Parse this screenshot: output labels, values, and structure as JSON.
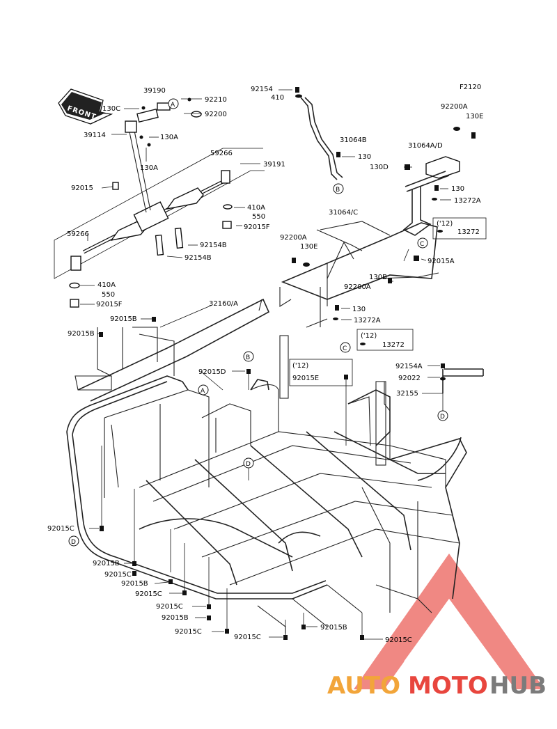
{
  "figure_code": "F2120",
  "front_label": "FRONT",
  "watermark": {
    "brand_part1": "AUTO",
    "brand_part2": "MOTO",
    "brand_part3": "HUB",
    "colors": {
      "red": "#e8463e",
      "orange": "#f2a53a",
      "gray": "#7b7b7b"
    }
  },
  "callout_letters": {
    "a": "A",
    "b": "B",
    "c": "C",
    "d": "D"
  },
  "part_labels": {
    "p39190": "39190",
    "p92210": "92210",
    "p130c_top": "130C",
    "p92200_top": "92200",
    "p39114": "39114",
    "p130a_1": "130A",
    "p130a_2": "130A",
    "p59266_a": "59266",
    "p39191": "39191",
    "p92015": "92015",
    "p410a_1": "410A",
    "p550_1": "550",
    "p92015f_1": "92015F",
    "p59266_b": "59266",
    "p92154b_1": "92154B",
    "p92154b_2": "92154B",
    "p410a_2": "410A",
    "p550_2": "550",
    "p92015f_2": "92015F",
    "p92154_top": "92154",
    "p410_top": "410",
    "p31064b": "31064B",
    "p130_1": "130",
    "p92200a_right": "92200A",
    "p130e_right": "130E",
    "p31064ad": "31064A/D",
    "p130d": "130D",
    "p130_2": "130",
    "p13272a_1": "13272A",
    "p31064c": "31064/C",
    "p12_1": "('12)",
    "p13272_1": "13272",
    "p92200a_mid": "92200A",
    "p130e_mid": "130E",
    "p92015a": "92015A",
    "p130b": "130B",
    "p92200a_low": "92200A",
    "p130_3": "130",
    "p13272a_2": "13272A",
    "p32160a": "32160/A",
    "p12_2": "('12)",
    "p13272_2": "13272",
    "p92015b_1": "92015B",
    "p92015b_2": "92015B",
    "p92015d": "92015D",
    "p12_3": "('12)",
    "p92015e": "92015E",
    "p92154a": "92154A",
    "p92022": "92022",
    "p32155": "32155",
    "p92015c_1": "92015C",
    "p92015b_3": "92015B",
    "p92015c_2": "92015C",
    "p92015b_4": "92015B",
    "p92015c_3": "92015C",
    "p92015c_4": "92015C",
    "p92015b_5": "92015B",
    "p92015c_5": "92015C",
    "p92015c_6": "92015C",
    "p92015b_6": "92015B",
    "p92015c_7": "92015C"
  }
}
